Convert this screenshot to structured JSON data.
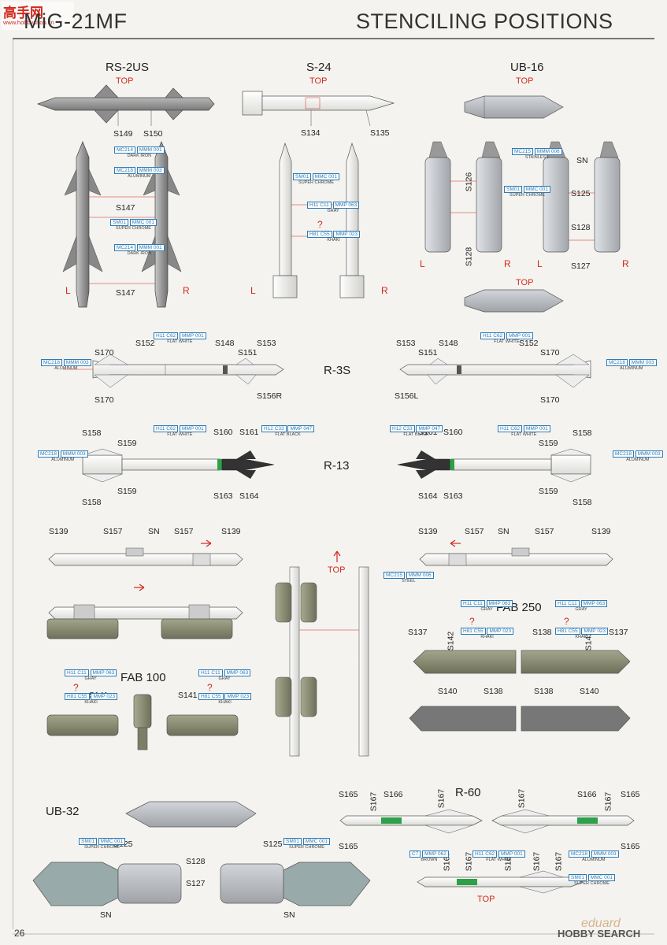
{
  "header": {
    "title_left": "MiG-21MF",
    "title_right": "STENCILING POSITIONS",
    "watermark_cn": "高手网",
    "watermark_url": "www.hobbyshop.cn"
  },
  "sections": {
    "rs2us": "RS-2US",
    "s24": "S-24",
    "ub16": "UB-16",
    "r3s": "R-3S",
    "r13": "R-13",
    "fab250": "FAB 250",
    "fab100": "FAB 100",
    "ub32": "UB-32",
    "r60": "R-60"
  },
  "top_label": "TOP",
  "left_label": "L",
  "right_label": "R",
  "labels": {
    "S149": "S149",
    "S150": "S150",
    "S134": "S134",
    "S135": "S135",
    "S147": "S147",
    "S126": "S126",
    "S125": "S125",
    "S128": "S128",
    "S127": "S127",
    "SN": "SN",
    "S152": "S152",
    "S170": "S170",
    "S148": "S148",
    "S151": "S151",
    "S153": "S153",
    "S156R": "S156R",
    "S156L": "S156L",
    "S158": "S158",
    "S159": "S159",
    "S160": "S160",
    "S161": "S161",
    "S163": "S163",
    "S164": "S164",
    "S139": "S139",
    "S157": "S157",
    "S137": "S137",
    "S142": "S142",
    "S138": "S138",
    "S140": "S140",
    "S141": "S141",
    "S165": "S165",
    "S166": "S166",
    "S167": "S167"
  },
  "paints": {
    "dark_iron": {
      "code": "MC214",
      "line": "MMM 001",
      "name": "DARK IRON"
    },
    "aluminum": {
      "code": "MC218",
      "line": "MMM 003",
      "name": "ALUMINUM"
    },
    "super_chrome": {
      "code": "SM01",
      "line": "MMC 001",
      "name": "SUPER CHROME"
    },
    "gray": {
      "code": "H11 C11",
      "line": "MMP 063",
      "name": "GRAY"
    },
    "khaki": {
      "code": "H81 C55",
      "line": "MMP 023",
      "name": "KHAKI"
    },
    "stainless": {
      "code": "MC215",
      "line": "MMM 006",
      "name": "STAINLESS"
    },
    "steel": {
      "code": "MC215",
      "line": "MMM 006",
      "name": "STEEL"
    },
    "flat_white": {
      "code": "H11 C62",
      "line": "MMP 001",
      "name": "FLAT WHITE"
    },
    "flat_black": {
      "code": "H12 C33",
      "line": "MMP 047",
      "name": "FLAT BLACK"
    },
    "brown": {
      "code": "C7",
      "line": "MMP 062",
      "name": "BROWN"
    }
  },
  "question_mark": "?",
  "footer": {
    "page_number": "26",
    "brand": "eduard",
    "source": "HOBBY SEARCH"
  },
  "colors": {
    "accent_red": "#d12a1e",
    "paint_blue": "#2c7bb6",
    "missile_white": "#f4f4f0",
    "missile_gray": "#9a9a9a",
    "bomb_olive": "#8a8c72",
    "rocket_pod_gray": "#b9bcc1"
  }
}
